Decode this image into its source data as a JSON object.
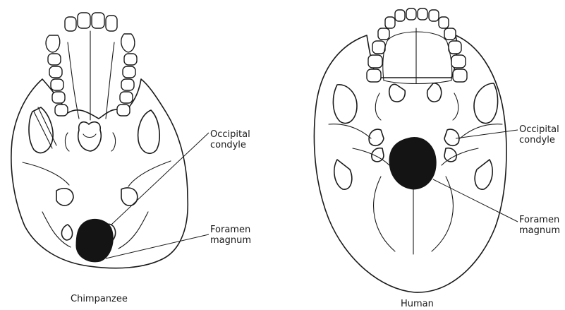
{
  "labels": {
    "chimp_condyle": "Occipital\ncondyle",
    "chimp_foramen": "Foramen\nmagnum",
    "chimp_caption": "Chimpanzee",
    "human_condyle": "Occipital\ncondyle",
    "human_foramen": "Foramen\nmagnum",
    "human_caption": "Human"
  },
  "colors": {
    "line": "#1a1a1a",
    "foramen_fill": "#141414",
    "background": "#ffffff"
  }
}
